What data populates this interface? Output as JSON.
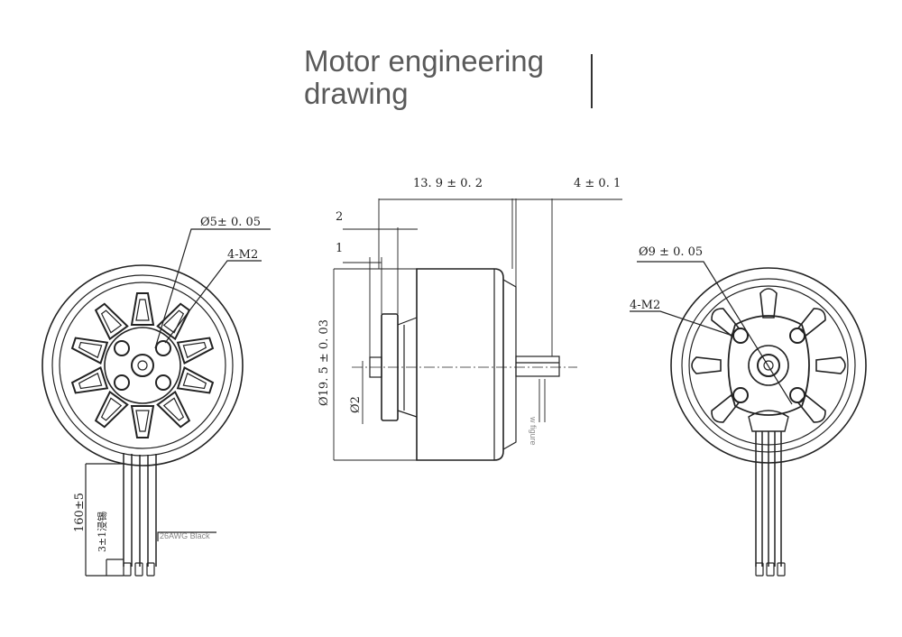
{
  "title": {
    "line1": "Motor engineering",
    "line2": "drawing"
  },
  "dimensions": {
    "length": "13. 9 ± 0. 2",
    "shaft_length": "4 ± 0. 1",
    "flange_2": "2",
    "flange_1": "1",
    "diameter": "Ø19. 5 ± 0. 03",
    "shaft_dia": "Ø2",
    "front_dia": "Ø5± 0. 05",
    "front_screws": "4-M2",
    "rear_dia": "Ø9 ± 0. 05",
    "rear_screws": "4-M2",
    "lead_length": "160±5",
    "lead_tin": "3±1浸锡",
    "wire": "26AWG Black",
    "w_figure": "w figure"
  },
  "colors": {
    "line": "#222222",
    "title": "#5a5a5a",
    "note": "#888888"
  }
}
